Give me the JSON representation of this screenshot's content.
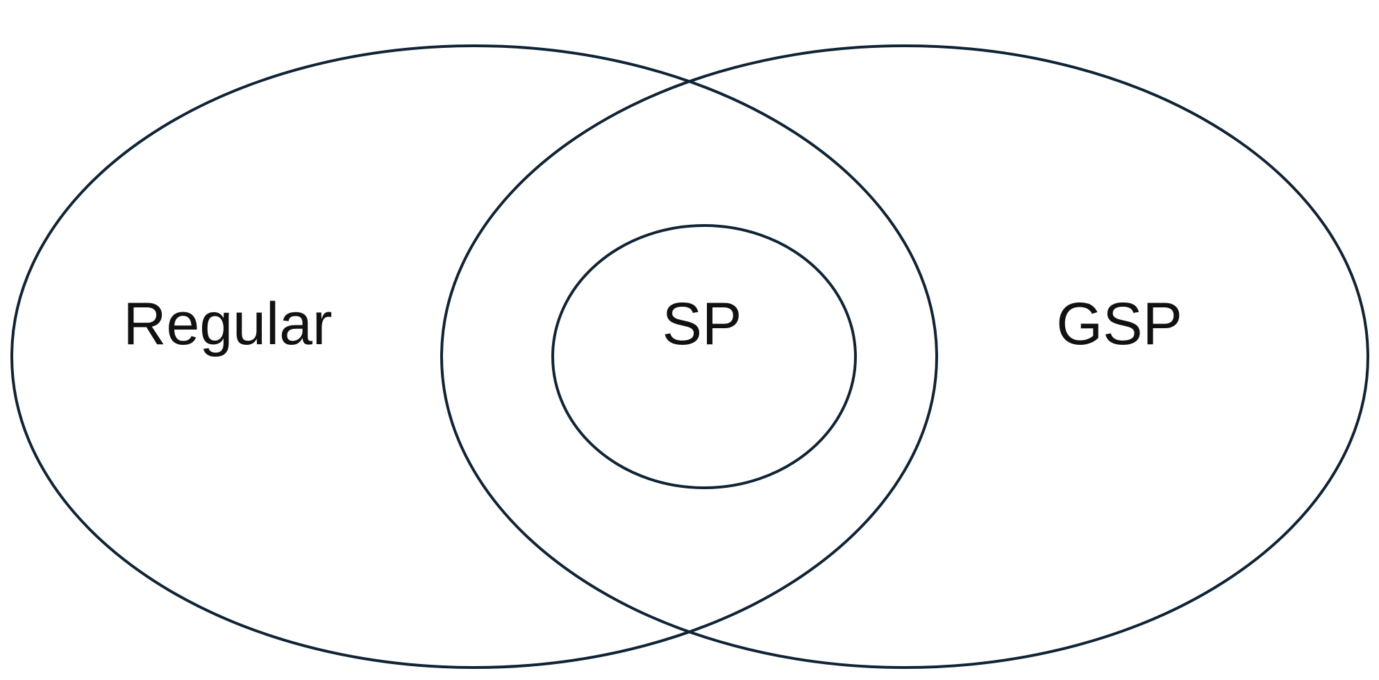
{
  "diagram": {
    "stroke_color": "#0f2436",
    "text_color": "#111111",
    "labels": {
      "left": "Regular",
      "center": "SP",
      "right": "GSP"
    }
  }
}
